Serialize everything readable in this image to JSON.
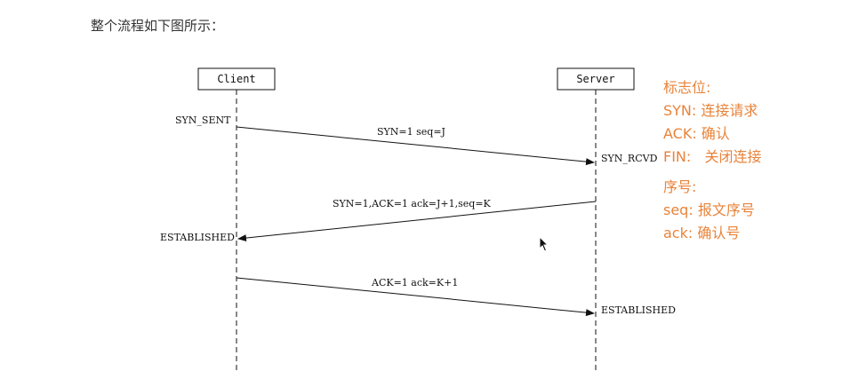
{
  "intro_text": "整个流程如下图所示：",
  "participants": {
    "client": "Client",
    "server": "Server"
  },
  "states": {
    "syn_sent": "SYN_SENT",
    "syn_rcvd": "SYN_RCVD",
    "client_established": "ESTABLISHED",
    "server_established": "ESTABLISHED"
  },
  "messages": [
    {
      "label": "SYN=1 seq=J",
      "direction": "client-to-server"
    },
    {
      "label": "SYN=1,ACK=1 ack=J+1,seq=K",
      "direction": "server-to-client"
    },
    {
      "label": "ACK=1 ack=K+1",
      "direction": "client-to-server"
    }
  ],
  "legend": {
    "flags_title": "标志位:",
    "flags": [
      "SYN: 连接请求",
      "ACK: 确认",
      "FIN:   关闭连接"
    ],
    "seq_title": "序号:",
    "seq_items": [
      "seq: 报文序号",
      "ack: 确认号"
    ]
  },
  "colors": {
    "legend": "#e8833a",
    "line": "#111111"
  }
}
